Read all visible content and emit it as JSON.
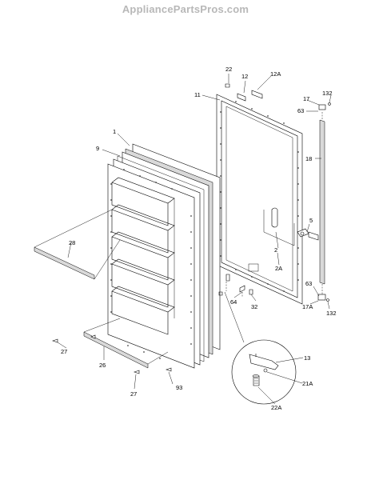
{
  "watermark": "AppliancePartsPros.com",
  "labels": {
    "p22": "22",
    "p12": "12",
    "p12a": "12A",
    "p11": "11",
    "p17": "17",
    "p132_top": "132",
    "p63_top": "63",
    "p18": "18",
    "p1": "1",
    "p9": "9",
    "p5": "5",
    "p2": "2",
    "p2a": "2A",
    "p28": "28",
    "p64": "64",
    "p32": "32",
    "p63_bot": "63",
    "p17a": "17A",
    "p132_bot": "132",
    "p27_left": "27",
    "p26": "26",
    "p93": "93",
    "p27_bot": "27",
    "p13": "13",
    "p21a": "21A",
    "p22a": "22A"
  },
  "colors": {
    "line": "#000000",
    "watermark": "#b8b8b8",
    "panel_fill": "#d9d9d9"
  }
}
